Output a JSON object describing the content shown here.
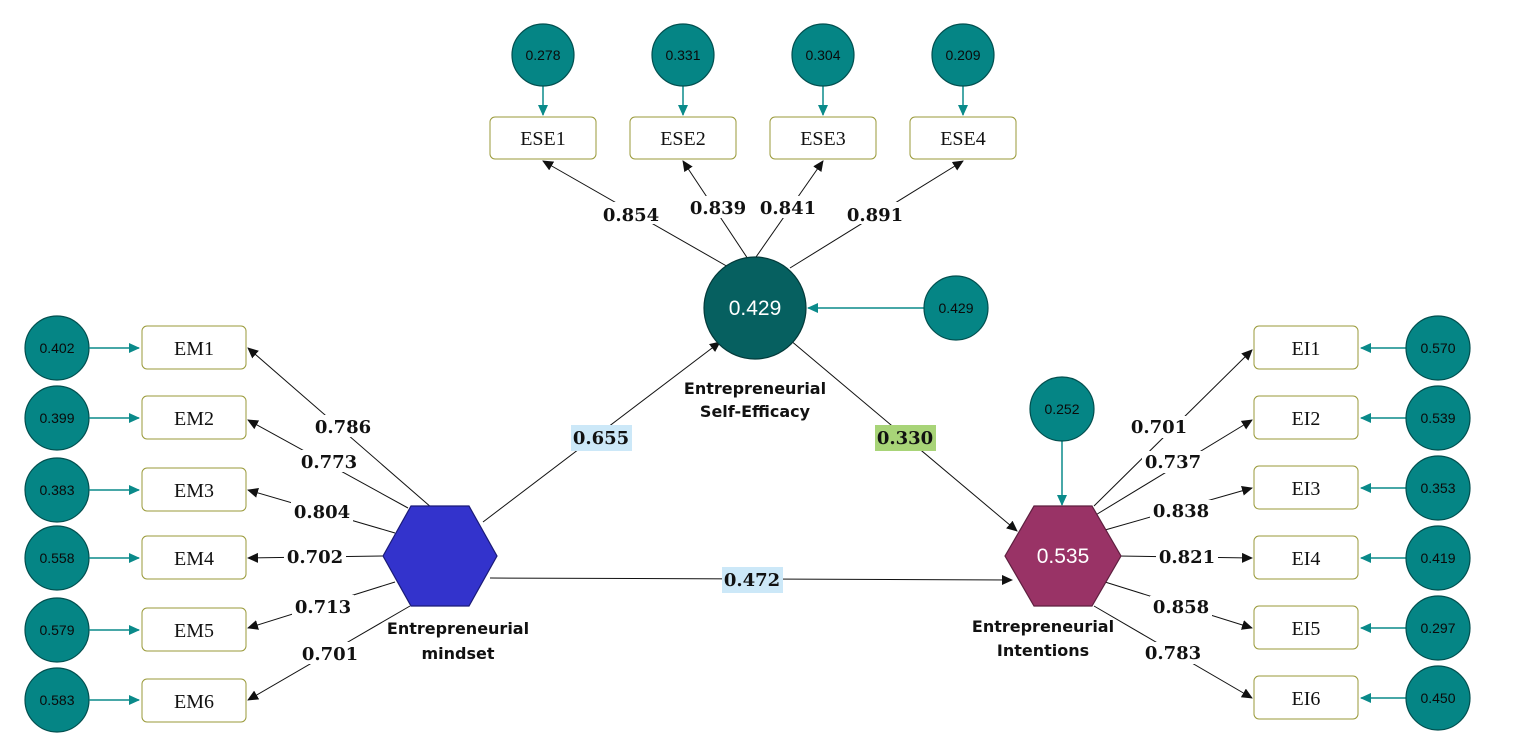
{
  "colors": {
    "error_fill": "#058585",
    "mindset_fill": "#3333cc",
    "self_efficacy_fill": "#066060",
    "intentions_fill": "#993366",
    "path_highlight_blue": "#cce8f8",
    "path_highlight_green": "#a8d478"
  },
  "constructs": {
    "mindset": {
      "label_line1": "Entrepreneurial",
      "label_line2": "mindset",
      "r2": ""
    },
    "self_efficacy": {
      "label_line1": "Entrepreneurial",
      "label_line2": "Self-Efficacy",
      "r2": "0.429",
      "error": "0.429"
    },
    "intentions": {
      "label_line1": "Entrepreneurial",
      "label_line2": "Intentions",
      "r2": "0.535",
      "error": "0.252"
    }
  },
  "paths": {
    "mindset_to_self_efficacy": "0.655",
    "self_efficacy_to_intentions": "0.330",
    "mindset_to_intentions": "0.472"
  },
  "indicators": {
    "ese": [
      {
        "name": "ESE1",
        "error": "0.278",
        "loading": "0.854"
      },
      {
        "name": "ESE2",
        "error": "0.331",
        "loading": "0.839"
      },
      {
        "name": "ESE3",
        "error": "0.304",
        "loading": "0.841"
      },
      {
        "name": "ESE4",
        "error": "0.209",
        "loading": "0.891"
      }
    ],
    "em": [
      {
        "name": "EM1",
        "error": "0.402",
        "loading": "0.786"
      },
      {
        "name": "EM2",
        "error": "0.399",
        "loading": "0.773"
      },
      {
        "name": "EM3",
        "error": "0.383",
        "loading": "0.804"
      },
      {
        "name": "EM4",
        "error": "0.558",
        "loading": "0.702"
      },
      {
        "name": "EM5",
        "error": "0.579",
        "loading": "0.713"
      },
      {
        "name": "EM6",
        "error": "0.583",
        "loading": "0.701"
      }
    ],
    "ei": [
      {
        "name": "EI1",
        "error": "0.570",
        "loading": "0.701"
      },
      {
        "name": "EI2",
        "error": "0.539",
        "loading": "0.737"
      },
      {
        "name": "EI3",
        "error": "0.353",
        "loading": "0.838"
      },
      {
        "name": "EI4",
        "error": "0.419",
        "loading": "0.821"
      },
      {
        "name": "EI5",
        "error": "0.297",
        "loading": "0.858"
      },
      {
        "name": "EI6",
        "error": "0.450",
        "loading": "0.783"
      }
    ]
  }
}
